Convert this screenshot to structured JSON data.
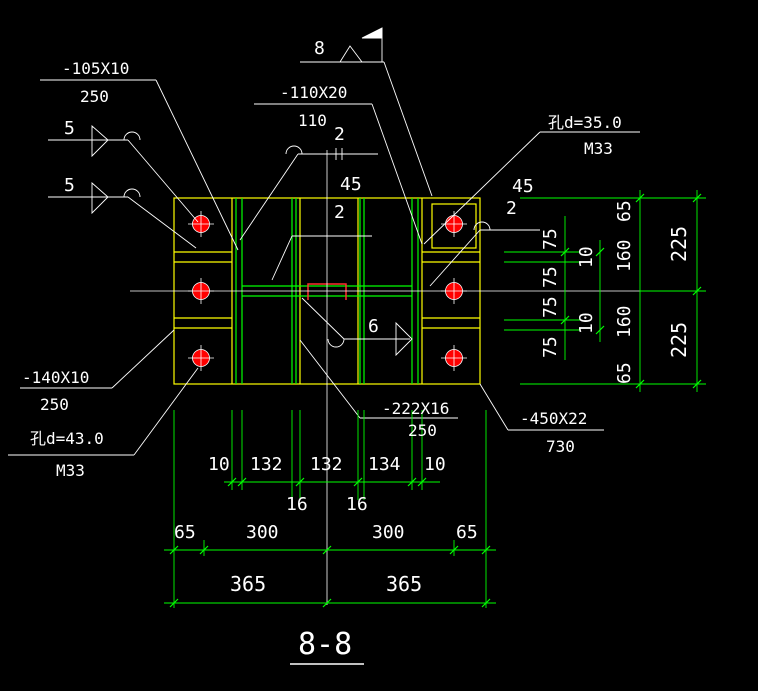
{
  "section_title": "8-8",
  "colors": {
    "background": "#000000",
    "outline": "#ffff00",
    "stiffener": "#00ff00",
    "dimension": "#00ff00",
    "leader": "#ffffff",
    "bolt": "#ff0000",
    "highlight": "#ff3030"
  },
  "labels": {
    "plate_105": "-105X10",
    "plate_105_len": "250",
    "plate_110": "-110X20",
    "plate_110_len": "110",
    "weld_8": "8",
    "hole_35": "孔d=35.0",
    "hole_35_bolt": "M33",
    "weld_5_a": "5",
    "weld_5_b": "5",
    "weld_2_a": "2",
    "weld_2_b": "2",
    "weld_2_c": "2",
    "angle_45_a": "45",
    "angle_45_b": "45",
    "weld_6": "6",
    "plate_140": "-140X10",
    "plate_140_len": "250",
    "hole_43": "孔d=43.0",
    "hole_43_bolt": "M33",
    "plate_222": "-222X16",
    "plate_222_len": "250",
    "plate_450": "-450X22",
    "plate_450_len": "730"
  },
  "dims_bottom_row1": [
    "10",
    "132",
    "132",
    "134",
    "10"
  ],
  "dims_bottom_row2": [
    "16",
    "16"
  ],
  "dims_bottom_row3": [
    "65",
    "300",
    "300",
    "65"
  ],
  "dims_bottom_row4": [
    "365",
    "365"
  ],
  "dims_right_a": [
    "75",
    "75",
    "75",
    "75"
  ],
  "dims_right_b": [
    "10",
    "10"
  ],
  "dims_right_c": [
    "65",
    "160",
    "160",
    "65"
  ],
  "dims_right_d": [
    "225",
    "225"
  ]
}
